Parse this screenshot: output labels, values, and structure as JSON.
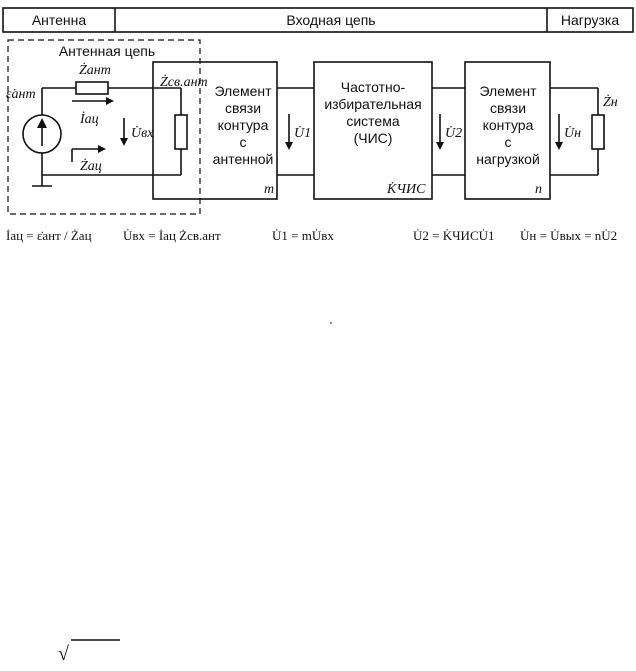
{
  "header": {
    "antenna": "Антенна",
    "input_circuit": "Входная цепь",
    "load": "Нагрузка"
  },
  "antenna_circuit": {
    "title": "Антенная цепь",
    "source_emf": "ε̇ант",
    "z_ant": "Żант",
    "i_ac": "İац",
    "z_ac": "Żац",
    "u_in": "U̇вх",
    "z_coupling": "Żсв.ант"
  },
  "blocks": {
    "antenna_coupling": {
      "lines": [
        "Элемент",
        "связи",
        "контура",
        "с",
        "антенной"
      ],
      "factor": "m"
    },
    "selective_system": {
      "lines": [
        "Частотно-",
        "избирательная",
        "система",
        "(ЧИС)"
      ],
      "factor": "K̇ЧИС"
    },
    "load_coupling": {
      "lines": [
        "Элемент",
        "связи",
        "контура",
        "с",
        "нагрузкой"
      ],
      "factor": "n"
    }
  },
  "signals": {
    "u1": "U̇1",
    "u2": "U̇2",
    "un": "U̇н",
    "zn": "Żн"
  },
  "formulas": {
    "f1": "İац = ε̇ант / Żац",
    "f2": "U̇вх = İац Żсв.ант",
    "f3": "U̇1 = mU̇вх",
    "f4": "U̇2 = K̇ЧИСU̇1",
    "f5": "U̇н = U̇вых = nU̇2"
  },
  "footer": {
    "sqrt_sign": "√"
  }
}
